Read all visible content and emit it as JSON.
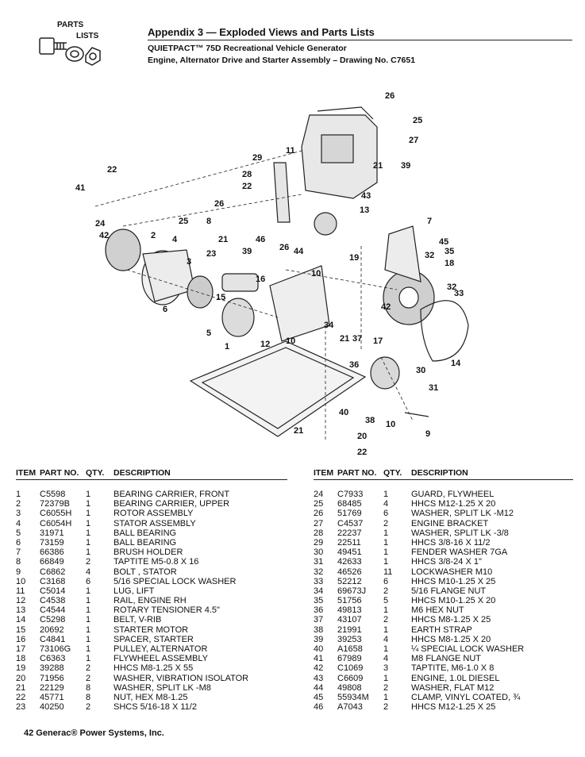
{
  "logo": {
    "line1": "PARTS",
    "line2": "LISTS"
  },
  "header": {
    "title": "Appendix 3 — Exploded Views and Parts Lists",
    "subtitle1": "QUIETPACT™ 75D Recreational Vehicle Generator",
    "subtitle2": "Engine, Alternator Drive and Starter Assembly – Drawing No. C7651"
  },
  "callouts": [
    "26",
    "25",
    "27",
    "11",
    "29",
    "21",
    "39",
    "22",
    "28",
    "22",
    "43",
    "41",
    "26",
    "13",
    "8",
    "7",
    "25",
    "24",
    "42",
    "45",
    "2",
    "21",
    "46",
    "32",
    "4",
    "23",
    "39",
    "26",
    "44",
    "35",
    "19",
    "18",
    "3",
    "16",
    "10",
    "32",
    "33",
    "6",
    "15",
    "42",
    "5",
    "34",
    "12",
    "10",
    "21",
    "37",
    "17",
    "1",
    "36",
    "14",
    "30",
    "31",
    "40",
    "38",
    "10",
    "9",
    "21",
    "20",
    "22"
  ],
  "table": {
    "headers": {
      "item": "ITEM",
      "part": "PART NO.",
      "qty": "QTY.",
      "desc": "DESCRIPTION"
    },
    "left": [
      {
        "item": "1",
        "part": "C5598",
        "qty": "1",
        "desc": "BEARING CARRIER, FRONT"
      },
      {
        "item": "2",
        "part": "72379B",
        "qty": "1",
        "desc": "BEARING CARRIER, UPPER"
      },
      {
        "item": "3",
        "part": "C6055H",
        "qty": "1",
        "desc": "ROTOR ASSEMBLY"
      },
      {
        "item": "4",
        "part": "C6054H",
        "qty": "1",
        "desc": "STATOR ASSEMBLY"
      },
      {
        "item": "5",
        "part": "31971",
        "qty": "1",
        "desc": "BALL BEARING"
      },
      {
        "item": "6",
        "part": "73159",
        "qty": "1",
        "desc": "BALL BEARING"
      },
      {
        "item": "7",
        "part": "66386",
        "qty": "1",
        "desc": "BRUSH HOLDER"
      },
      {
        "item": "8",
        "part": "66849",
        "qty": "2",
        "desc": "TAPTITE M5-0.8 X 16"
      },
      {
        "item": "9",
        "part": "C6862",
        "qty": "4",
        "desc": "BOLT , STATOR"
      },
      {
        "item": "10",
        "part": "C3168",
        "qty": "6",
        "desc": "5/16 SPECIAL LOCK WASHER"
      },
      {
        "item": "11",
        "part": "C5014",
        "qty": "1",
        "desc": "LUG, LIFT"
      },
      {
        "item": "12",
        "part": "C4538",
        "qty": "1",
        "desc": "RAIL, ENGINE RH"
      },
      {
        "item": "13",
        "part": "C4544",
        "qty": "1",
        "desc": "ROTARY TENSIONER 4.5\""
      },
      {
        "item": "14",
        "part": "C5298",
        "qty": "1",
        "desc": "BELT, V-RIB"
      },
      {
        "item": "15",
        "part": "20692",
        "qty": "1",
        "desc": "STARTER MOTOR"
      },
      {
        "item": "16",
        "part": "C4841",
        "qty": "1",
        "desc": "SPACER, STARTER"
      },
      {
        "item": "17",
        "part": "73106G",
        "qty": "1",
        "desc": "PULLEY, ALTERNATOR"
      },
      {
        "item": "18",
        "part": "C6363",
        "qty": "1",
        "desc": "FLYWHEEL ASSEMBLY"
      },
      {
        "item": "19",
        "part": "39288",
        "qty": "2",
        "desc": "HHCS M8-1.25 X 55"
      },
      {
        "item": "20",
        "part": "71956",
        "qty": "2",
        "desc": "WASHER, VIBRATION ISOLATOR"
      },
      {
        "item": "21",
        "part": "22129",
        "qty": "8",
        "desc": "WASHER, SPLIT LK -M8"
      },
      {
        "item": "22",
        "part": "45771",
        "qty": "8",
        "desc": "NUT, HEX M8-1.25"
      },
      {
        "item": "23",
        "part": "40250",
        "qty": "2",
        "desc": "SHCS 5/16-18 X 11/2"
      }
    ],
    "right": [
      {
        "item": "24",
        "part": "C7933",
        "qty": "1",
        "desc": "GUARD, FLYWHEEL"
      },
      {
        "item": "25",
        "part": "68485",
        "qty": "4",
        "desc": "HHCS M12-1.25 X 20"
      },
      {
        "item": "26",
        "part": "51769",
        "qty": "6",
        "desc": "WASHER, SPLIT LK -M12"
      },
      {
        "item": "27",
        "part": "C4537",
        "qty": "2",
        "desc": "ENGINE BRACKET"
      },
      {
        "item": "28",
        "part": "22237",
        "qty": "1",
        "desc": "WASHER, SPLIT LK -3/8"
      },
      {
        "item": "29",
        "part": "22511",
        "qty": "1",
        "desc": "HHCS 3/8-16 X 11/2"
      },
      {
        "item": "30",
        "part": "49451",
        "qty": "1",
        "desc": "FENDER WASHER 7GA"
      },
      {
        "item": "31",
        "part": "42633",
        "qty": "1",
        "desc": "HHCS 3/8-24 X 1\""
      },
      {
        "item": "32",
        "part": "46526",
        "qty": "11",
        "desc": "LOCKWASHER M10"
      },
      {
        "item": "33",
        "part": "52212",
        "qty": "6",
        "desc": "HHCS M10-1.25 X 25"
      },
      {
        "item": "34",
        "part": "69673J",
        "qty": "2",
        "desc": "5/16 FLANGE NUT"
      },
      {
        "item": "35",
        "part": "51756",
        "qty": "5",
        "desc": "HHCS M10-1.25 X 20"
      },
      {
        "item": "36",
        "part": "49813",
        "qty": "1",
        "desc": "M6 HEX NUT"
      },
      {
        "item": "37",
        "part": "43107",
        "qty": "2",
        "desc": "HHCS M8-1.25 X 25"
      },
      {
        "item": "38",
        "part": "21991",
        "qty": "1",
        "desc": "EARTH STRAP"
      },
      {
        "item": "39",
        "part": "39253",
        "qty": "4",
        "desc": "HHCS M8-1.25 X 20"
      },
      {
        "item": "40",
        "part": "A1658",
        "qty": "1",
        "desc": "¼ SPECIAL LOCK WASHER"
      },
      {
        "item": "41",
        "part": "67989",
        "qty": "4",
        "desc": "M8 FLANGE NUT"
      },
      {
        "item": "42",
        "part": "C1069",
        "qty": "3",
        "desc": "TAPTITE, M6-1.0 X 8"
      },
      {
        "item": "43",
        "part": "C6609",
        "qty": "1",
        "desc": "ENGINE, 1.0L DIESEL"
      },
      {
        "item": "44",
        "part": "49808",
        "qty": "2",
        "desc": "WASHER, FLAT M12"
      },
      {
        "item": "45",
        "part": "55934M",
        "qty": "1",
        "desc": "CLAMP, VINYL COATED, ¾"
      },
      {
        "item": "46",
        "part": "A7043",
        "qty": "2",
        "desc": "HHCS M12-1.25 X 25"
      }
    ]
  },
  "footer": {
    "text": "42 Generac® Power Systems, Inc."
  }
}
